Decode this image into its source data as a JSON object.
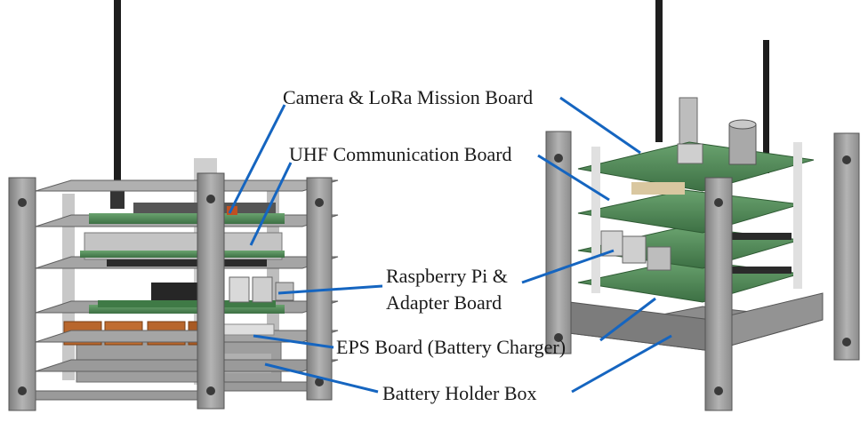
{
  "labels": {
    "camera_lora": "Camera & LoRa Mission Board",
    "uhf": "UHF Communication Board",
    "raspberry_pi_line1": "Raspberry Pi &",
    "raspberry_pi_line2": "Adapter Board",
    "eps": "EPS Board (Battery Charger)",
    "battery_holder": "Battery Holder Box"
  },
  "colors": {
    "leader_line": "#1565c0",
    "frame": "#a9a9a9",
    "pcb_green": "#4f8a55",
    "battery_orange": "#b8662c",
    "antenna": "#222222"
  },
  "icons": {
    "left_model": "cubesat-3d-model-front",
    "right_model": "cubesat-3d-model-angled"
  }
}
